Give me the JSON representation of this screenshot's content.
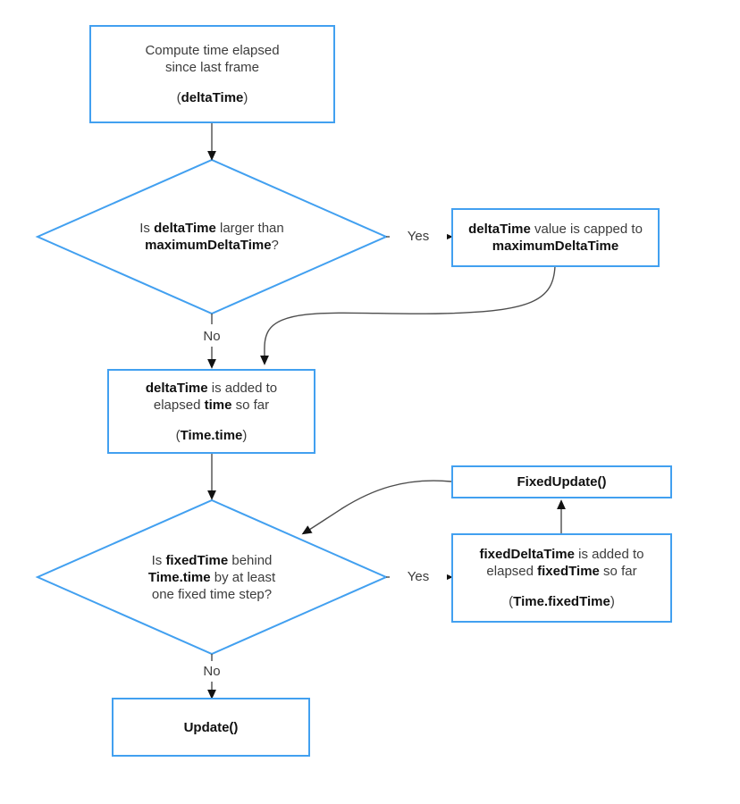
{
  "colors": {
    "node_border": "#42a0f0",
    "connector": "#4d4d4d",
    "arrow": "#121212",
    "text": "#3c3c3c",
    "text_bold": "#101010",
    "background": "#ffffff"
  },
  "nodes": {
    "start": {
      "l1": "Compute time elapsed",
      "l2": "since last frame",
      "p_open": "(",
      "code": "deltaTime",
      "p_close": ")"
    },
    "decision_max": {
      "l1a": "Is ",
      "l1b": "deltaTime",
      "l1c": " larger than",
      "l2a": "maximumDeltaTime",
      "l2b": "?"
    },
    "capped": {
      "l1a": "deltaTime",
      "l1b": " value is capped to",
      "l2": "maximumDeltaTime"
    },
    "add_time": {
      "l1a": "deltaTime",
      "l1b": " is added to",
      "l2a": "elapsed ",
      "l2b": "time",
      "l2c": " so far",
      "p_open": "(",
      "code": "Time.time",
      "p_close": ")"
    },
    "decision_fixed": {
      "l1a": "Is ",
      "l1b": "fixedTime",
      "l1c": " behind",
      "l2a": "Time.time",
      "l2b": " by at least",
      "l3": "one fixed time step?"
    },
    "fixed_update": {
      "label": "FixedUpdate()"
    },
    "add_fixed_time": {
      "l1a": "fixedDeltaTime",
      "l1b": " is added to",
      "l2a": "elapsed ",
      "l2b": "fixedTime",
      "l2c": " so far",
      "p_open": "(",
      "code": "Time.fixedTime",
      "p_close": ")"
    },
    "update": {
      "label": "Update()"
    }
  },
  "labels": {
    "yes_cap": "Yes",
    "no_cap": "No",
    "yes_fixed": "Yes",
    "no_fixed": "No"
  }
}
